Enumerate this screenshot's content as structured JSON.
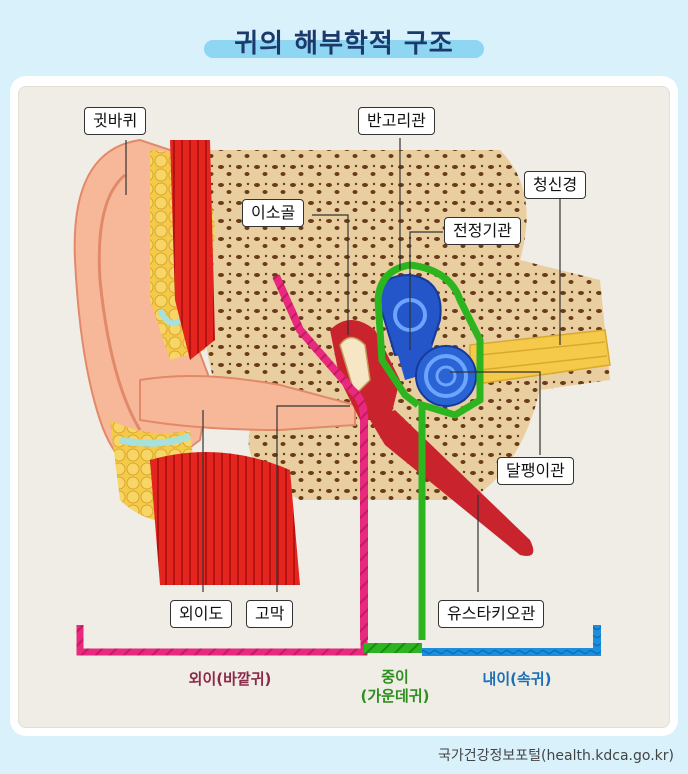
{
  "title": "귀의 해부학적 구조",
  "labels": {
    "auricle": "귓바퀴",
    "ossicles": "이소골",
    "semicircular_canals": "반고리관",
    "vestibule": "전정기관",
    "auditory_nerve": "청신경",
    "cochlea": "달팽이관",
    "ear_canal": "외이도",
    "eardrum": "고막",
    "eustachian_tube": "유스타키오관"
  },
  "zones": {
    "outer": "외이(바깥귀)",
    "middle_line1": "중이",
    "middle_line2": "(가운데귀)",
    "inner": "내이(속귀)"
  },
  "source": "국가건강정보포털(health.kdca.go.kr)",
  "colors": {
    "outer_ear": "#e8297e",
    "middle_ear": "#2cb51f",
    "inner_ear": "#1a8fe0",
    "outer_text": "#8a2a4a",
    "middle_text": "#2e8f1e",
    "inner_text": "#1a6fb8",
    "title": "#1b3a6b"
  }
}
